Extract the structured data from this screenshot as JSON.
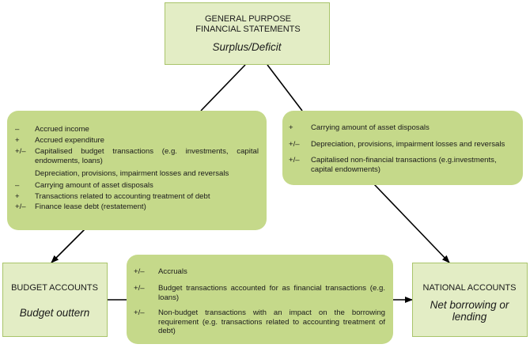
{
  "gpfs": {
    "title": "GENERAL PURPOSE FINANCIAL STATEMENTS",
    "subtitle": "Surplus/Deficit"
  },
  "budget_accounts": {
    "title": "BUDGET ACCOUNTS",
    "subtitle": "Budget outtern"
  },
  "national_accounts": {
    "title": "NATIONAL ACCOUNTS",
    "subtitle": "Net borrowing or lending"
  },
  "left_adjustments": [
    {
      "sign": "–",
      "text": "Accrued income"
    },
    {
      "sign": "+",
      "text": "Accrued expenditure"
    },
    {
      "sign": "+/–",
      "text": "Capitalised budget transactions (e.g. investments, capital endowments, loans)"
    },
    {
      "sign": "",
      "text": "Depreciation, provisions, impairment losses and reversals"
    },
    {
      "sign": "–",
      "text": "Carrying amount of asset disposals"
    },
    {
      "sign": "+",
      "text": "Transactions related to accounting treatment of debt"
    },
    {
      "sign": "+/–",
      "text": "Finance lease debt (restatement)"
    }
  ],
  "right_adjustments": [
    {
      "sign": "+",
      "text": "Carrying amount of asset disposals"
    },
    {
      "sign": "+/–",
      "text": "Depreciation, provisions, impairment losses and reversals"
    },
    {
      "sign": "+/–",
      "text": "Capitalised non-financial transactions (e.g.investments, capital endowments)"
    }
  ],
  "bottom_adjustments": [
    {
      "sign": "+/–",
      "text": "Accruals"
    },
    {
      "sign": "+/–",
      "text": "Budget transactions accounted for as financial transactions (e.g. loans)"
    },
    {
      "sign": "+/–",
      "text": "Non-budget transactions with an impact on the borrowing requirement (e.g. transactions related to accounting treatment of debt)"
    }
  ]
}
